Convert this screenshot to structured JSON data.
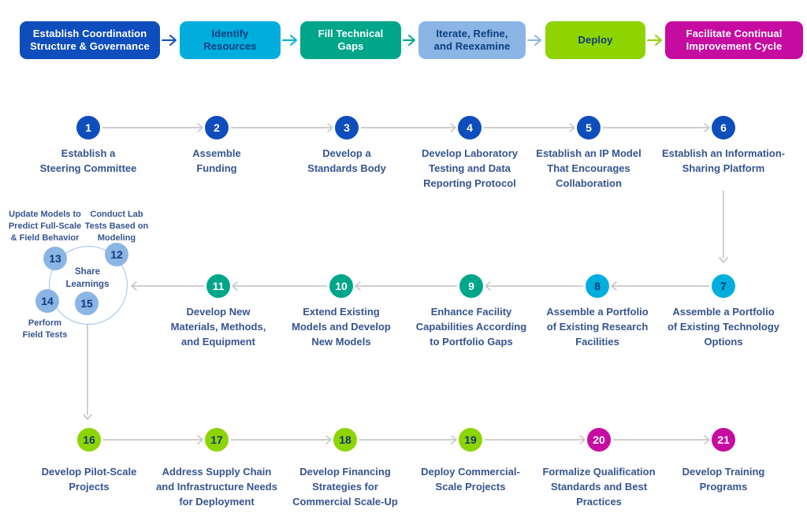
{
  "palette": {
    "dark_blue": "#0E4DBC",
    "cyan": "#00AEDE",
    "teal": "#00A68A",
    "light_blue": "#8BB5E5",
    "lime_green": "#8ED400",
    "magenta": "#C60BA1",
    "label_text": "#35548F",
    "number_navy": "#0F3A7D",
    "connector_gray": "#BDBDBD",
    "cluster_ring": "#9CC2EB"
  },
  "phases": [
    {
      "label": "Establish Coordination\nStructure & Governance"
    },
    {
      "label": "Identify\nResources"
    },
    {
      "label": "Fill Technical\nGaps"
    },
    {
      "label": "Iterate, Refine,\nand Reexamine"
    },
    {
      "label": "Deploy"
    },
    {
      "label": "Facilitate Continual\nImprovement Cycle"
    }
  ],
  "steps": [
    {
      "num": "1",
      "label": "Establish a\nSteering Committee"
    },
    {
      "num": "2",
      "label": "Assemble\nFunding"
    },
    {
      "num": "3",
      "label": "Develop a\nStandards Body"
    },
    {
      "num": "4",
      "label": "Develop Laboratory\nTesting and Data\nReporting Protocol"
    },
    {
      "num": "5",
      "label": "Establish an IP Model\nThat Encourages\nCollaboration"
    },
    {
      "num": "6",
      "label": "Establish an Information-\nSharing Platform"
    },
    {
      "num": "7",
      "label": "Assemble a Portfolio\nof Existing Technology\nOptions"
    },
    {
      "num": "8",
      "label": "Assemble a Portfolio\nof Existing Research\nFacilities"
    },
    {
      "num": "9",
      "label": "Enhance Facility\nCapabilities According\nto Portfolio Gaps"
    },
    {
      "num": "10",
      "label": "Extend Existing\nModels and Develop\nNew Models"
    },
    {
      "num": "11",
      "label": "Develop New\nMaterials, Methods,\nand Equipment"
    },
    {
      "num": "12",
      "label": "Conduct Lab\nTests Based on\nModeling"
    },
    {
      "num": "13",
      "label": "Update Models to\nPredict Full-Scale\n& Field Behavior"
    },
    {
      "num": "14",
      "label": "Perform\nField Tests"
    },
    {
      "num": "15",
      "label": "Share\nLearnings"
    },
    {
      "num": "16",
      "label": "Develop Pilot-Scale\nProjects"
    },
    {
      "num": "17",
      "label": "Address Supply Chain\nand Infrastructure Needs\nfor Deployment"
    },
    {
      "num": "18",
      "label": "Develop Financing\nStrategies for\nCommercial Scale-Up"
    },
    {
      "num": "19",
      "label": "Deploy Commercial-\nScale Projects"
    },
    {
      "num": "20",
      "label": "Formalize Qualification\nStandards and Best\nPractices"
    },
    {
      "num": "21",
      "label": "Develop Training\nPrograms"
    }
  ]
}
